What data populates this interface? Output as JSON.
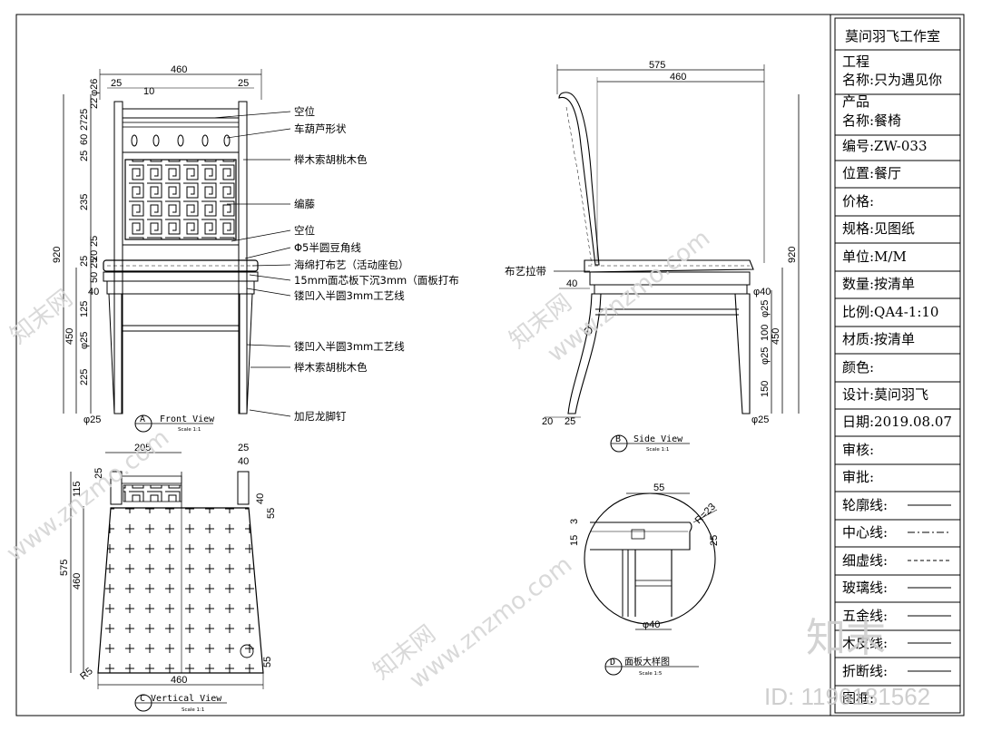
{
  "front_view": {
    "label_letter": "A",
    "label": "Front View",
    "scale": "Scale 1:1",
    "dims_top": [
      "460",
      "25",
      "10",
      "25"
    ],
    "dims_left": [
      "920",
      "450",
      "225",
      "235",
      "125",
      "25",
      "40",
      "φ25",
      "25",
      "60",
      "27",
      "25",
      "20",
      "25",
      "50",
      "25",
      "22",
      "φ26"
    ],
    "dia_bottom": "φ25",
    "notes": [
      "空位",
      "车葫芦形状",
      "榉木索胡桃木色",
      "编藤",
      "空位",
      "Φ5半圆豆角线",
      "海绵打布艺（活动座包）",
      "15mm面芯板下沉3mm（面板打布",
      "镂凹入半圆3mm工艺线",
      "镂凹入半圆3mm工艺线",
      "榉木索胡桃木色",
      "加尼龙脚钉"
    ]
  },
  "side_view": {
    "label_letter": "B",
    "label": "Side View",
    "scale": "Scale 1:1",
    "dims_top": [
      "575",
      "460"
    ],
    "dims_right": [
      "920",
      "450",
      "φ25",
      "100",
      "φ25",
      "150"
    ],
    "dims_misc": [
      "40",
      "φ40",
      "20",
      "25",
      "φ25"
    ],
    "note": "布艺拉带"
  },
  "vertical_view": {
    "label_letter": "C",
    "label": "Vertical View",
    "scale": "Scale 1:1",
    "dims": [
      "205",
      "25",
      "40",
      "25",
      "115",
      "575",
      "460",
      "40",
      "55",
      "55",
      "R5",
      "460"
    ]
  },
  "detail_view": {
    "label_letter": "D",
    "label": "面板大样图",
    "scale": "Scale 1:5",
    "dims": [
      "55",
      "R=23",
      "15",
      "3",
      "25",
      "φ40"
    ]
  },
  "title_block": {
    "studio": "莫问羽飞工作室",
    "rows": [
      {
        "k": "工程",
        "v": ""
      },
      {
        "k": "名称:",
        "v": "只为遇见你"
      },
      {
        "k": "产品",
        "v": ""
      },
      {
        "k": "名称:",
        "v": "餐椅"
      },
      {
        "k": "编号:",
        "v": "ZW-033"
      },
      {
        "k": "位置:",
        "v": "餐厅"
      },
      {
        "k": "价格:",
        "v": ""
      },
      {
        "k": "规格:",
        "v": "见图纸"
      },
      {
        "k": "单位:",
        "v": "M/M"
      },
      {
        "k": "数量:",
        "v": "按清单"
      },
      {
        "k": "比例:",
        "v": "QA4-1:10"
      },
      {
        "k": "材质:",
        "v": "按清单"
      },
      {
        "k": "颜色:",
        "v": ""
      },
      {
        "k": "设计:",
        "v": "莫问羽飞"
      },
      {
        "k": "日期:",
        "v": "2019.08.07"
      },
      {
        "k": "审核:",
        "v": ""
      },
      {
        "k": "审批:",
        "v": ""
      },
      {
        "k": "轮廓线:",
        "v": ""
      },
      {
        "k": "中心线:",
        "v": ""
      },
      {
        "k": "细虚线:",
        "v": ""
      },
      {
        "k": "玻璃线:",
        "v": ""
      },
      {
        "k": "五金线:",
        "v": ""
      },
      {
        "k": "木皮线:",
        "v": ""
      },
      {
        "k": "折断线:",
        "v": ""
      },
      {
        "k": "图框:",
        "v": ""
      }
    ]
  },
  "watermark": {
    "site": "www.znzmo.com",
    "brand": "知末网",
    "logo": "知末",
    "id_text": "ID: 1196181562"
  }
}
